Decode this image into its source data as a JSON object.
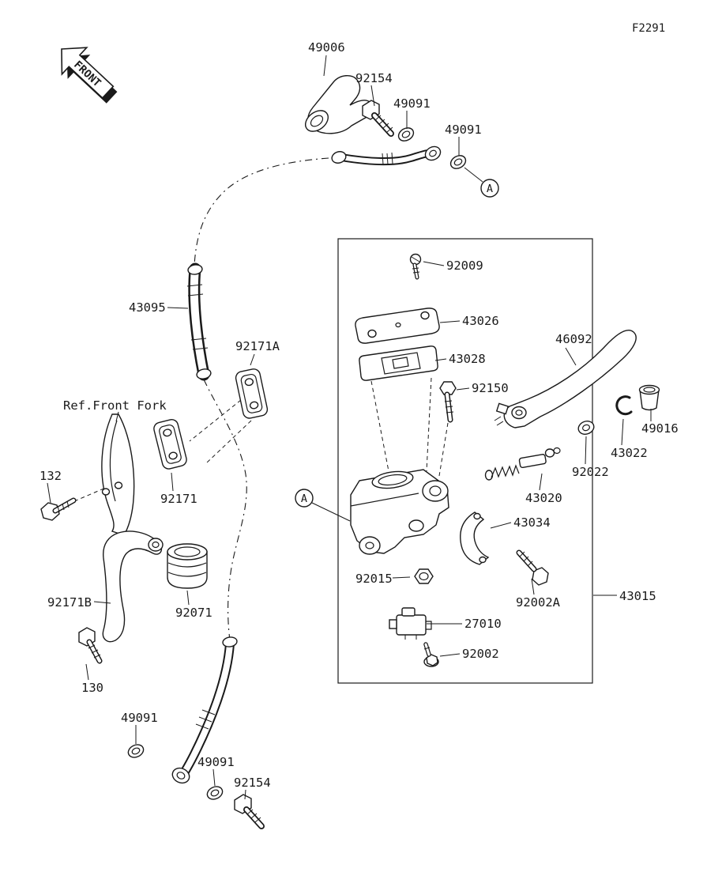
{
  "diagram": {
    "figure_code": "F2291",
    "direction_arrow": "FRONT",
    "reference_note": "Ref.Front Fork",
    "detail_markers": [
      {
        "label": "A"
      },
      {
        "label": "A"
      }
    ],
    "callouts": [
      {
        "part": "49006"
      },
      {
        "part": "92154"
      },
      {
        "part": "49091"
      },
      {
        "part": "49091"
      },
      {
        "part": "92009"
      },
      {
        "part": "43026"
      },
      {
        "part": "43028"
      },
      {
        "part": "46092"
      },
      {
        "part": "92150"
      },
      {
        "part": "43095"
      },
      {
        "part": "92171A"
      },
      {
        "part": "49016"
      },
      {
        "part": "43022"
      },
      {
        "part": "92022"
      },
      {
        "part": "43020"
      },
      {
        "part": "132"
      },
      {
        "part": "92171"
      },
      {
        "part": "43034"
      },
      {
        "part": "92015"
      },
      {
        "part": "92002A"
      },
      {
        "part": "43015"
      },
      {
        "part": "92171B"
      },
      {
        "part": "92071"
      },
      {
        "part": "27010"
      },
      {
        "part": "92002"
      },
      {
        "part": "130"
      },
      {
        "part": "49091"
      },
      {
        "part": "49091"
      },
      {
        "part": "92154"
      }
    ]
  }
}
